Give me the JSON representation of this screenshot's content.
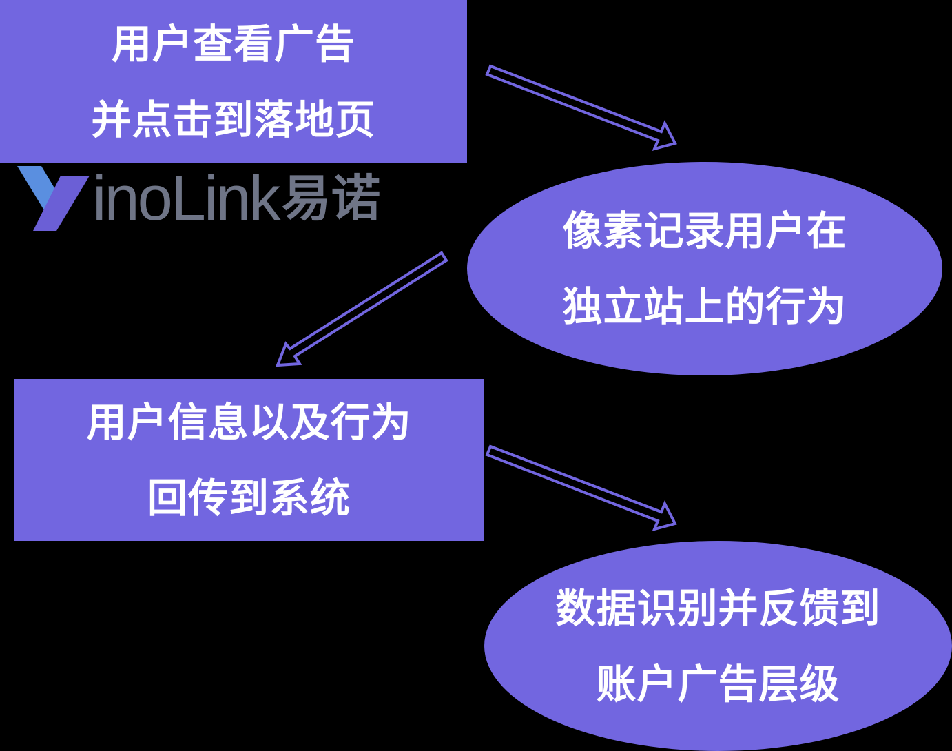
{
  "logo": {
    "text": "inoLink",
    "text_cn": "易诺",
    "accent_color": "#6b5fd6",
    "text_color": "#6f7587"
  },
  "nodes": [
    {
      "id": "node-1",
      "shape": "rectangle",
      "lines": [
        "用户查看广告",
        "并点击到落地页"
      ]
    },
    {
      "id": "node-2",
      "shape": "ellipse",
      "lines": [
        "像素记录用户在",
        "独立站上的行为"
      ]
    },
    {
      "id": "node-3",
      "shape": "rectangle",
      "lines": [
        "用户信息以及行为",
        "回传到系统"
      ]
    },
    {
      "id": "node-4",
      "shape": "ellipse",
      "lines": [
        "数据识别并反馈到",
        "账户广告层级"
      ]
    }
  ],
  "edges": [
    {
      "from": "node-1",
      "to": "node-2"
    },
    {
      "from": "node-2",
      "to": "node-3"
    },
    {
      "from": "node-3",
      "to": "node-4"
    }
  ],
  "colors": {
    "background": "#000000",
    "node_fill": "#7266e0",
    "node_text": "#ffffff",
    "arrow": "#7266e0"
  }
}
